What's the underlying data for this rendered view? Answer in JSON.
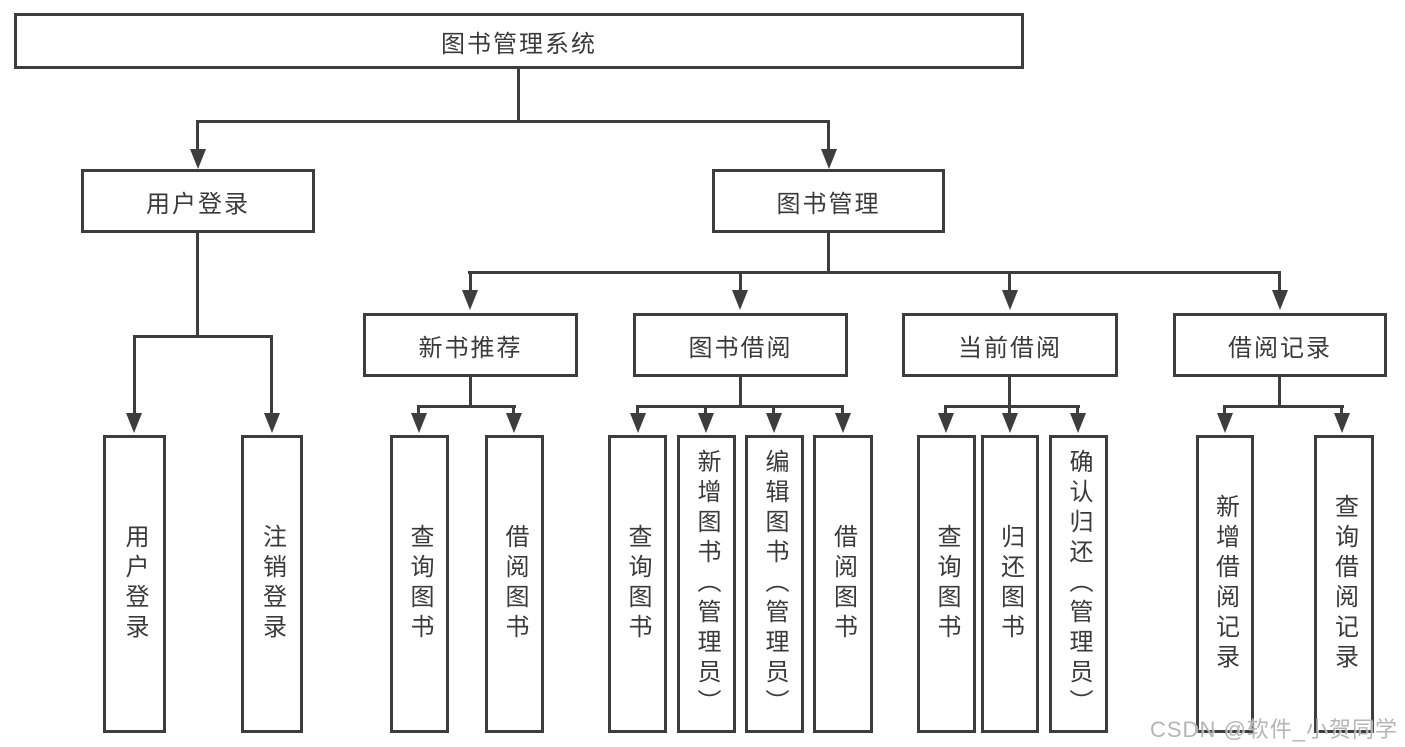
{
  "diagram": {
    "title": "图书管理系统",
    "branches": [
      {
        "label": "用户登录",
        "children": [
          {
            "label": "用户登录"
          },
          {
            "label": "注销登录"
          }
        ]
      },
      {
        "label": "图书管理",
        "children": [
          {
            "label": "新书推荐",
            "children": [
              {
                "label": "查询图书"
              },
              {
                "label": "借阅图书"
              }
            ]
          },
          {
            "label": "图书借阅",
            "children": [
              {
                "label": "查询图书"
              },
              {
                "label": "新增图书（管理员）"
              },
              {
                "label": "编辑图书（管理员）"
              },
              {
                "label": "借阅图书"
              }
            ]
          },
          {
            "label": "当前借阅",
            "children": [
              {
                "label": "查询图书"
              },
              {
                "label": "归还图书"
              },
              {
                "label": "确认归还（管理员）"
              }
            ]
          },
          {
            "label": "借阅记录",
            "children": [
              {
                "label": "新增借阅记录"
              },
              {
                "label": "查询借阅记录"
              }
            ]
          }
        ]
      }
    ]
  },
  "watermark": "CSDN @软件_小贺同学",
  "colors": {
    "line": "#3d3d3d",
    "text": "#3a3a3a",
    "watermark": "#afafaf",
    "background": "#ffffff"
  }
}
